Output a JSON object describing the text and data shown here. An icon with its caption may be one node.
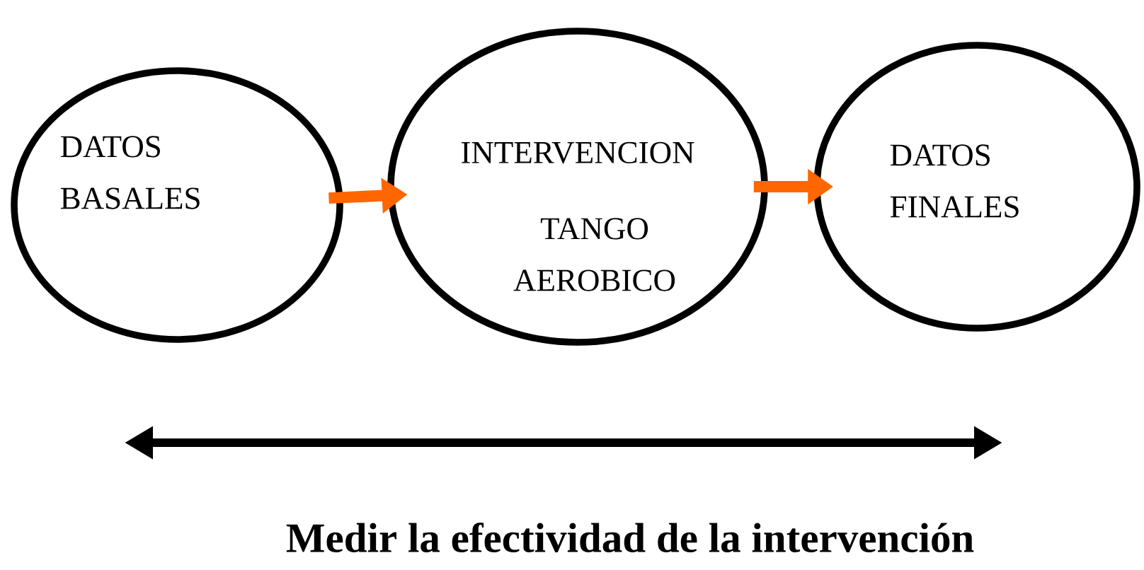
{
  "diagram": {
    "caption": "Medir la efectividad de la intervención",
    "nodes": [
      {
        "text": [
          "DATOS BASALES"
        ]
      },
      {
        "text": [
          "INTERVENCION",
          "TANGO AEROBICO"
        ]
      },
      {
        "text": [
          "DATOS FINALES"
        ]
      }
    ],
    "edges": [
      {
        "from": 0,
        "to": 1,
        "arrow": "to"
      },
      {
        "from": 1,
        "to": 2,
        "arrow": "to"
      }
    ]
  }
}
